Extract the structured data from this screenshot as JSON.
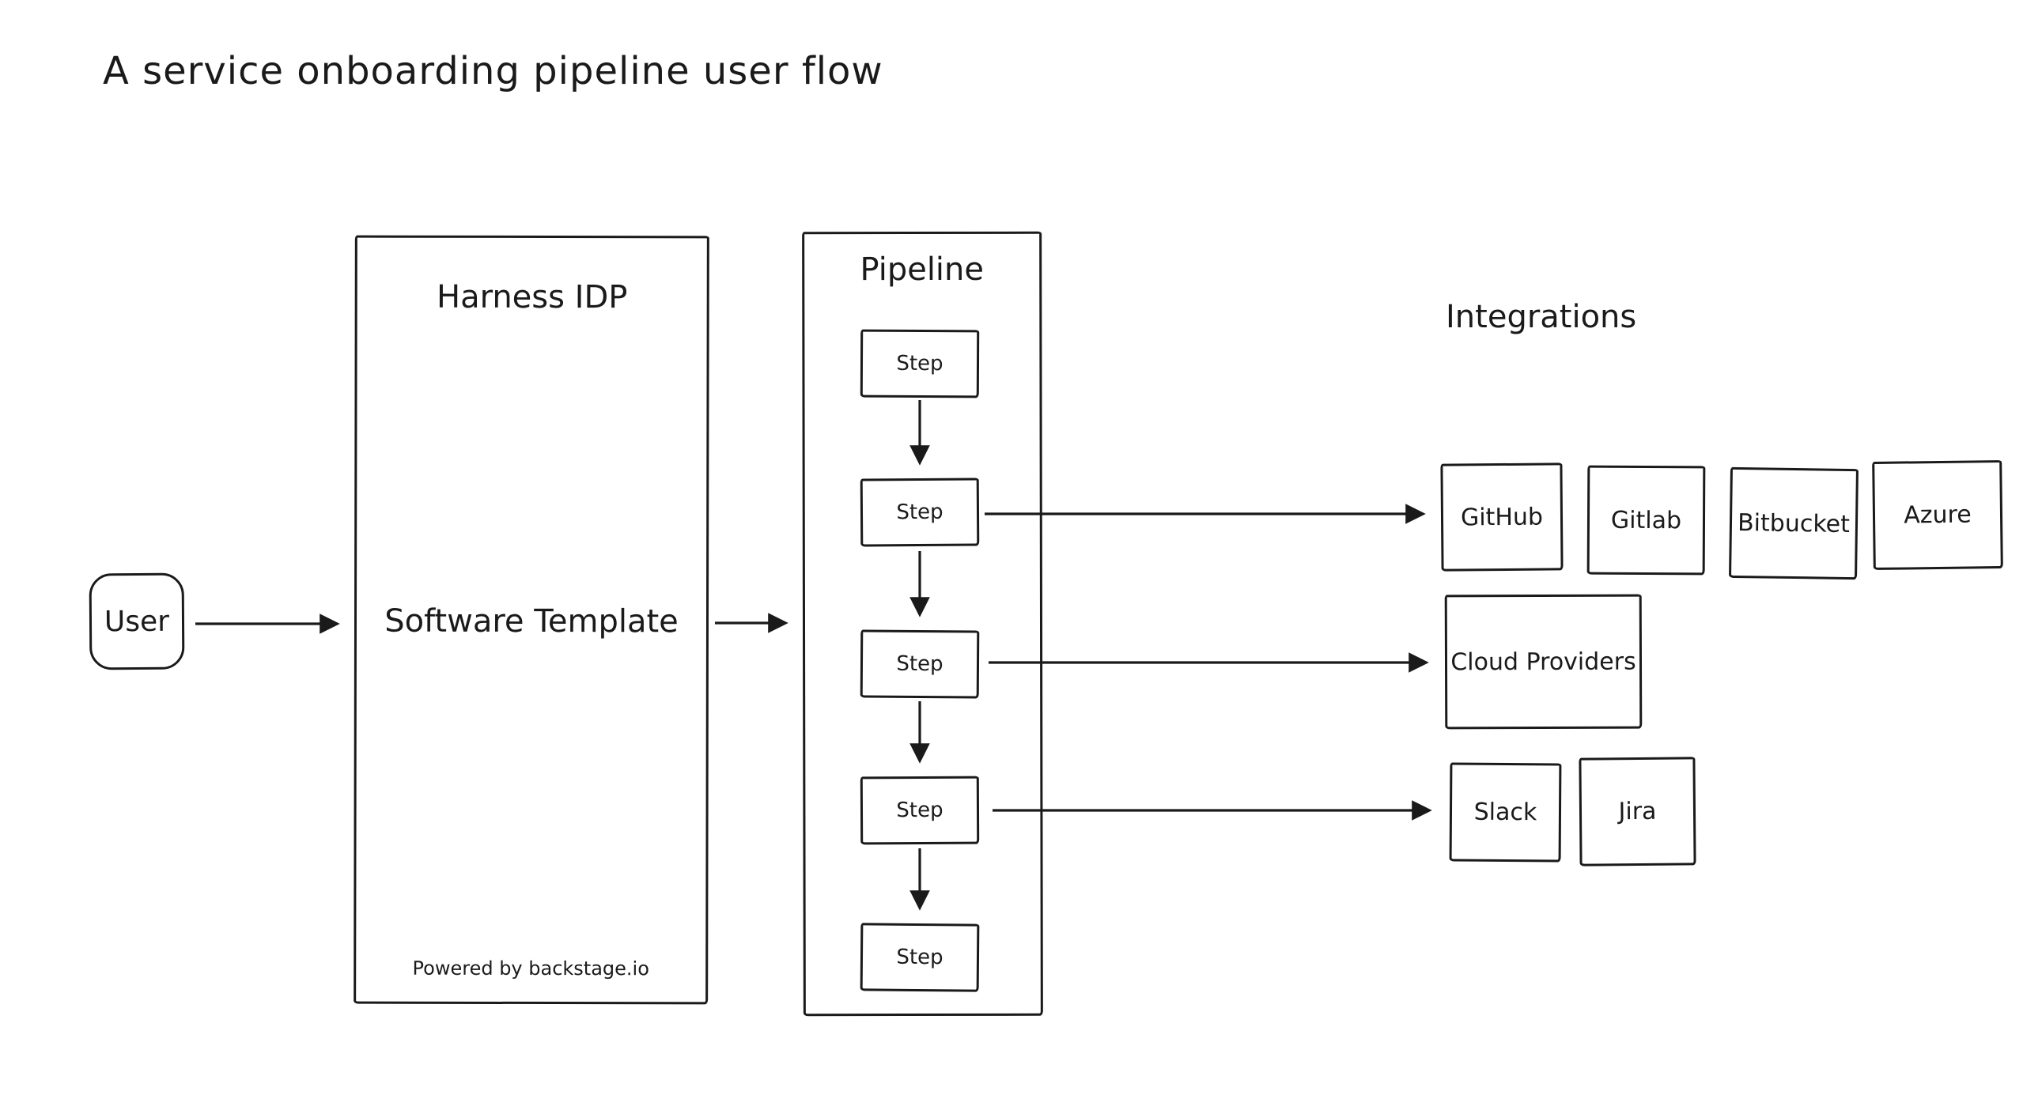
{
  "title": "A service onboarding pipeline user flow",
  "colors": {
    "stroke": "#1a1a1a",
    "background": "#ffffff"
  },
  "user_node": {
    "label": "User"
  },
  "harness": {
    "title": "Harness IDP",
    "center_label": "Software Template",
    "footer": "Powered by backstage.io"
  },
  "pipeline": {
    "title": "Pipeline",
    "steps": [
      "Step",
      "Step",
      "Step",
      "Step",
      "Step"
    ]
  },
  "integrations": {
    "title": "Integrations",
    "source_control": [
      "GitHub",
      "Gitlab",
      "Bitbucket",
      "Azure"
    ],
    "cloud": [
      "Cloud Providers"
    ],
    "collaboration": [
      "Slack",
      "Jira"
    ]
  }
}
